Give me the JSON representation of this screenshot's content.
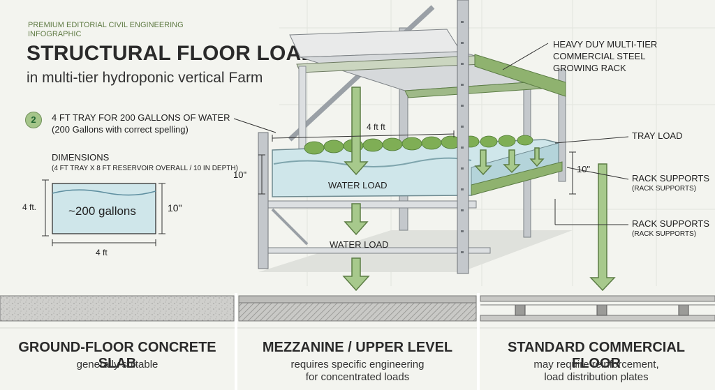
{
  "header": {
    "kicker": "PREMIUM EDITORIAL CIVIL ENGINEERING INFOGRAPHIC",
    "title": "STRUCTURAL FLOOR LOADING",
    "subtitle": "in multi-tier hydroponic vertical Farm"
  },
  "tray_note": {
    "step": "2",
    "line1": "4 FT TRAY FOR 200 GALLONS OF WATER",
    "line2": "(200 Gallons with correct spelling)"
  },
  "dimensions": {
    "heading": "DIMENSIONS",
    "detail": "(4 FT TRAY X 8 FT RESERVOIR OVERALL / 10 IN DEPTH)"
  },
  "reservoir": {
    "volume": "~200 gallons",
    "height": "4 ft.",
    "depth": "10\"",
    "width": "4 ft"
  },
  "rack": {
    "rack_label_1": "HEAVY DUY MULTI-TIER",
    "rack_label_2": "COMMERCIAL STEEL",
    "rack_label_3": "GROWING RACK",
    "tray_width": "4 ft ft",
    "tray_depth_left": "10\"",
    "tray_depth_right": "10\"",
    "water_load_1": "WATER LOAD",
    "water_load_2": "WATER LOAD",
    "tray_load": "TRAY LOAD",
    "rack_supports_1": "RACK SUPPORTS",
    "rack_supports_1_sub": "(RACK SUPPORTS)",
    "rack_supports_2": "RACK SUPPORTS",
    "rack_supports_2_sub": "(RACK SUPPORTS)"
  },
  "floors": [
    {
      "title": "GROUND-FLOOR CONCRETE SLAB",
      "line1": "generally suitable",
      "line2": ""
    },
    {
      "title": "MEZZANINE / UPPER LEVEL",
      "line1": "requires specific engineering",
      "line2": "for concentrated loads"
    },
    {
      "title": "STANDARD COMMERCIAL FLOOR",
      "line1": "may require reinforcement,",
      "line2": "load distribution plates"
    }
  ],
  "colors": {
    "arrow_fill": "#a7c98c",
    "arrow_stroke": "#5c7d45",
    "water": "#cfe6ea",
    "steel": "#b8bcc0",
    "green_steel": "#8fb26f"
  }
}
